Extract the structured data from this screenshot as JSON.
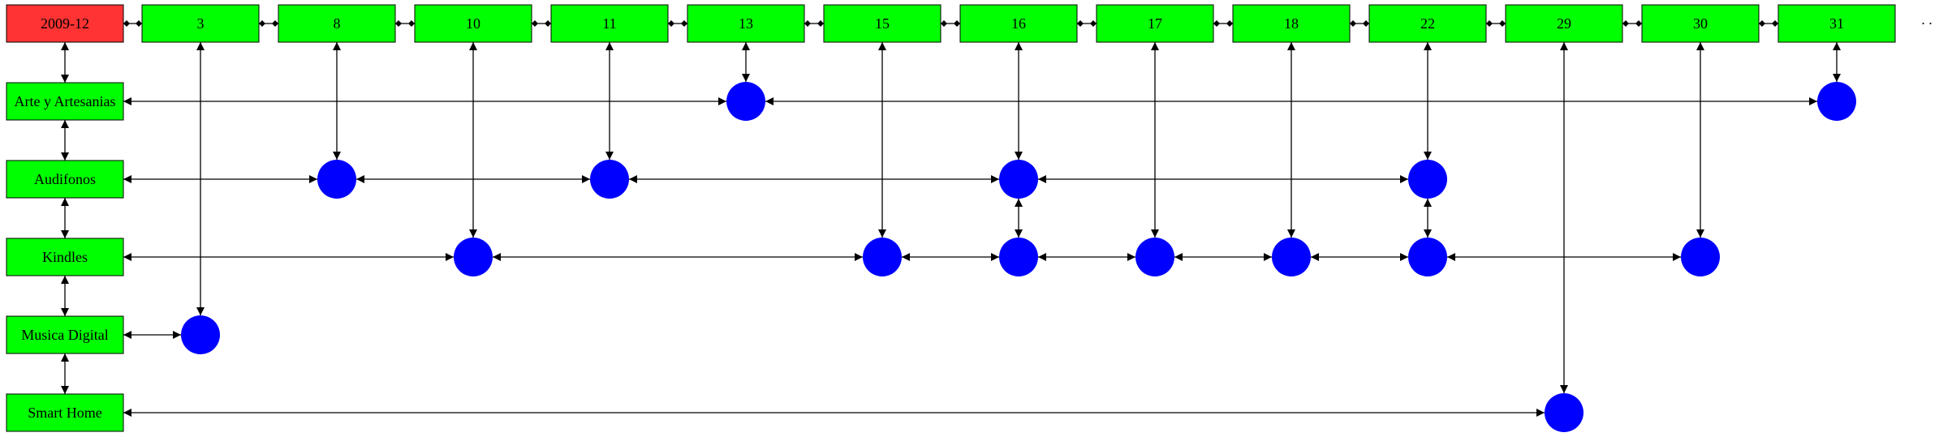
{
  "header": {
    "label": "2009-12",
    "color": "#ff3333"
  },
  "columns": [
    "3",
    "8",
    "10",
    "11",
    "13",
    "15",
    "16",
    "17",
    "18",
    "22",
    "29",
    "30",
    "31"
  ],
  "ellipsis": ". .",
  "rows": [
    {
      "label": "Arte y Artesanias",
      "dots": [
        "13",
        "31"
      ]
    },
    {
      "label": "Audifonos",
      "dots": [
        "8",
        "11",
        "16",
        "22"
      ]
    },
    {
      "label": "Kindles",
      "dots": [
        "10",
        "15",
        "16",
        "17",
        "18",
        "22",
        "30"
      ]
    },
    {
      "label": "Musica Digital",
      "dots": [
        "3"
      ]
    },
    {
      "label": "Smart Home",
      "dots": [
        "29"
      ]
    }
  ],
  "colors": {
    "box": "#00ff00",
    "dot": "#0000ff",
    "edge": "#000000"
  }
}
